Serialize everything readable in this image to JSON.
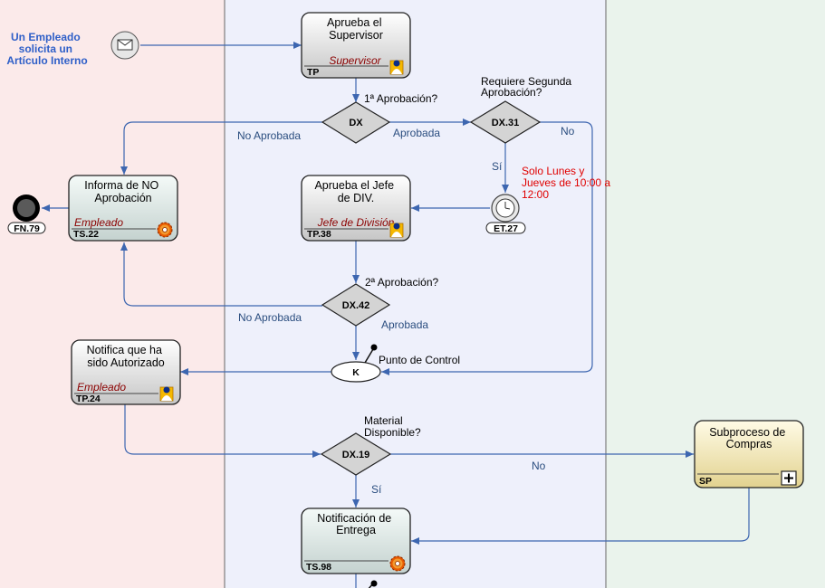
{
  "lanes": [
    {
      "name": "lane-empleado",
      "fill": "#fbeaea"
    },
    {
      "name": "lane-supervisor",
      "fill": "#eef0fb"
    },
    {
      "name": "lane-compras",
      "fill": "#eaf3ec"
    }
  ],
  "start_event": {
    "label_lines": [
      "Un Empleado",
      "solicita un",
      "Artículo Interno"
    ]
  },
  "tasks": {
    "aprueba_supervisor": {
      "title_lines": [
        "Aprueba el",
        "Supervisor"
      ],
      "role": "Supervisor",
      "code": "TP"
    },
    "informa_no_aprobacion": {
      "title_lines": [
        "Informa de NO",
        "Aprobación"
      ],
      "role": "Empleado",
      "code": "TS.22"
    },
    "aprueba_jefe_div": {
      "title_lines": [
        "Aprueba el Jefe",
        "de DIV."
      ],
      "role": "Jefe de División",
      "code": "TP.38"
    },
    "notifica_autorizado": {
      "title_lines": [
        "Notifica que ha",
        "sido Autorizado"
      ],
      "role": "Empleado",
      "code": "TP.24"
    },
    "notificacion_entrega": {
      "title_lines": [
        "Notificación de",
        "Entrega"
      ],
      "role": "",
      "code": "TS.98"
    },
    "subproceso_compras": {
      "title_lines": [
        "Subproceso de",
        "Compras"
      ],
      "role": "",
      "code": "SP"
    }
  },
  "gateways": {
    "dx": {
      "code": "DX",
      "question_lines": [
        "1ª Aprobación?"
      ]
    },
    "dx31": {
      "code": "DX.31",
      "question_lines": [
        "Requiere Segunda",
        "Aprobación?"
      ]
    },
    "dx42": {
      "code": "DX.42",
      "question_lines": [
        "2ª Aprobación?"
      ]
    },
    "dx19": {
      "code": "DX.19",
      "question_lines": [
        "Material",
        "Disponible?"
      ]
    }
  },
  "timer": {
    "code": "ET.27",
    "note_lines": [
      "Solo Lunes y",
      "Jueves de 10:00 a",
      "12:00"
    ]
  },
  "end_event": {
    "code": "FN.79"
  },
  "control_point": {
    "code": "K",
    "label": "Punto de Control"
  },
  "edge_labels": {
    "dx_no": "No Aprobada",
    "dx_yes": "Aprobada",
    "dx31_no": "No",
    "dx31_yes": "Sí",
    "dx42_no": "No Aprobada",
    "dx42_yes": "Aprobada",
    "dx19_no": "No",
    "dx19_yes": "Sí"
  },
  "colors": {
    "edge": "#3d66b0",
    "task_fill_top": "#ffffff",
    "task_fill_bottom": "#c9c9c9",
    "subprocess_fill_top": "#fffbe6",
    "subprocess_fill_bottom": "#e6d79a",
    "gateway_fill": "#d4d4d4",
    "start_label": "#2e5fc8",
    "note": "#e00000"
  }
}
